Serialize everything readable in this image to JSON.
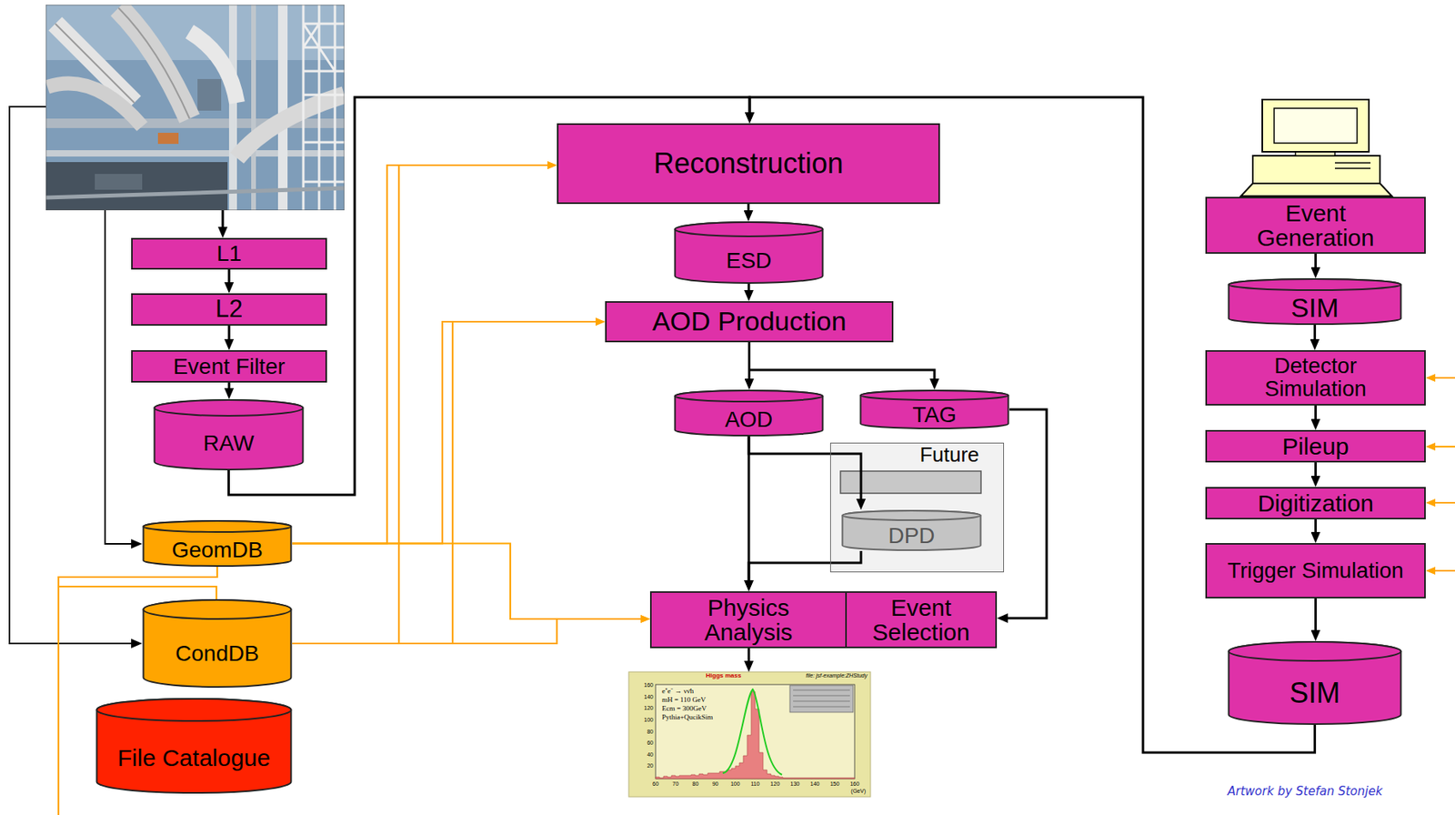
{
  "diagram": {
    "nodes": [
      {
        "text": [
          "Reconstruction"
        ]
      },
      {
        "text": [
          "ESD"
        ]
      },
      {
        "text": [
          "AOD Production"
        ]
      },
      {
        "text": [
          "AOD"
        ]
      },
      {
        "text": [
          "TAG"
        ]
      },
      {
        "text": [
          "Future"
        ]
      },
      {
        "text": [
          "DPD"
        ],
        "in": 5
      },
      {
        "text": [
          "Physics Analysis"
        ]
      },
      {
        "text": [
          "Event Selection"
        ]
      },
      {
        "text": [
          "L1"
        ]
      },
      {
        "text": [
          "L2"
        ]
      },
      {
        "text": [
          "Event Filter"
        ]
      },
      {
        "text": [
          "RAW"
        ]
      },
      {
        "text": [
          "GeomDB"
        ]
      },
      {
        "text": [
          "CondDB"
        ]
      },
      {
        "text": [
          "File Catalogue"
        ]
      },
      {
        "text": [
          "Event Generation"
        ]
      },
      {
        "text": [
          "SIM"
        ]
      },
      {
        "text": [
          "Detector Simulation"
        ]
      },
      {
        "text": [
          "Pileup"
        ]
      },
      {
        "text": [
          "Digitization"
        ]
      },
      {
        "text": [
          "Trigger Simulation"
        ]
      },
      {
        "text": [
          "SIM"
        ]
      }
    ],
    "edges": [
      {
        "from": 9,
        "to": 10,
        "arrow": "to"
      },
      {
        "from": 10,
        "to": 11,
        "arrow": "to"
      },
      {
        "from": 11,
        "to": 12,
        "arrow": "to"
      },
      {
        "from": 12,
        "to": 0,
        "arrow": "to"
      },
      {
        "from": 22,
        "to": 0,
        "arrow": "to"
      },
      {
        "from": 0,
        "to": 1,
        "arrow": "to"
      },
      {
        "from": 1,
        "to": 2,
        "arrow": "to"
      },
      {
        "from": 2,
        "to": 3,
        "arrow": "to"
      },
      {
        "from": 2,
        "to": 4,
        "arrow": "to"
      },
      {
        "from": 3,
        "to": 7,
        "arrow": "to"
      },
      {
        "from": 3,
        "to": 6,
        "arrow": "to"
      },
      {
        "from": 6,
        "to": 7,
        "arrow": "to"
      },
      {
        "from": 4,
        "to": 8,
        "arrow": "to"
      },
      {
        "from": 13,
        "to": 0,
        "arrow": "to"
      },
      {
        "from": 13,
        "to": 2,
        "arrow": "to"
      },
      {
        "from": 13,
        "to": 7,
        "arrow": "to"
      },
      {
        "from": 14,
        "to": 0,
        "arrow": "to"
      },
      {
        "from": 14,
        "to": 2,
        "arrow": "to"
      },
      {
        "from": 14,
        "to": 7,
        "arrow": "to"
      },
      {
        "from": 16,
        "to": 17,
        "arrow": "to"
      },
      {
        "from": 17,
        "to": 18,
        "arrow": "to"
      },
      {
        "from": 18,
        "to": 19,
        "arrow": "to"
      },
      {
        "from": 19,
        "to": 20,
        "arrow": "to"
      },
      {
        "from": 20,
        "to": 21,
        "arrow": "to"
      },
      {
        "from": 21,
        "to": 22,
        "arrow": "to"
      }
    ],
    "labels": [
      "Higgs mass",
      "file: jsf-example:ZHStudy",
      "e⁺e⁻ → νν̄h",
      "mH = 110 GeV",
      "Ecm = 300GeV",
      "Pythia+QucikSim",
      "160",
      "140",
      "120",
      "100",
      "80",
      "60",
      "40",
      "20",
      "60",
      "70",
      "80",
      "90",
      "100",
      "110",
      "120",
      "130",
      "140",
      "150",
      "160",
      "(GeV)",
      "Artwork by Stefan Stonjek"
    ]
  }
}
